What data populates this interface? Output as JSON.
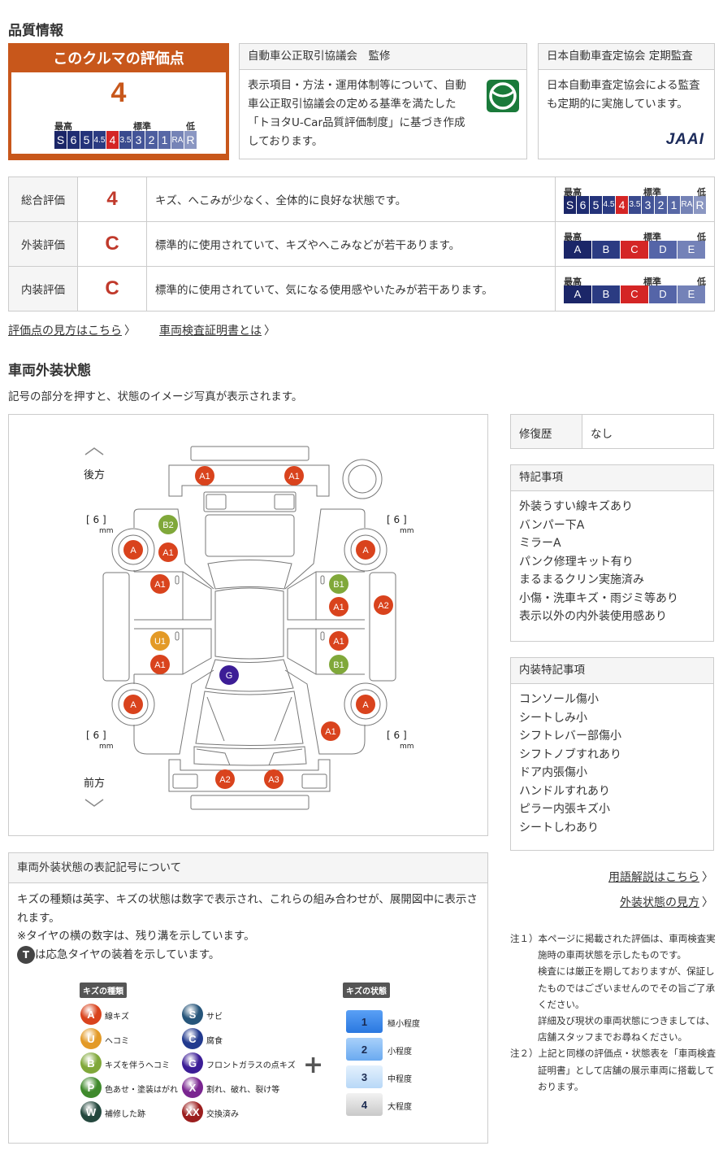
{
  "quality": {
    "title": "品質情報",
    "score_box": {
      "header": "このクルマの評価点",
      "score": "4",
      "label_high": "最高",
      "label_std": "標準",
      "label_low": "低"
    },
    "scale_overall": [
      "S",
      "6",
      "5",
      "4.5",
      "4",
      "3.5",
      "3",
      "2",
      "1",
      "RA",
      "R"
    ],
    "scale_grade": [
      "A",
      "B",
      "C",
      "D",
      "E"
    ],
    "jaaa": {
      "header": "自動車公正取引協議会　監修",
      "text": "表示項目・方法・運用体制等について、自動車公正取引協議会の定める基準を満たした「トヨタU-Car品質評価制度」に基づき作成しております。",
      "icon": "handshake-badge-icon"
    },
    "jaai": {
      "header": "日本自動車査定協会 定期監査",
      "text": "日本自動車査定協会による監査も定期的に実施しています。",
      "logo": "JAAI"
    },
    "rows": [
      {
        "label": "総合評価",
        "score": "4",
        "desc": "キズ、へこみが少なく、全体的に良好な状態です。",
        "selected": "4"
      },
      {
        "label": "外装評価",
        "score": "C",
        "desc": "標準的に使用されていて、キズやへこみなどが若干あります。",
        "selected": "C"
      },
      {
        "label": "内装評価",
        "score": "C",
        "desc": "標準的に使用されていて、気になる使用感やいたみが若干あります。",
        "selected": "C"
      }
    ],
    "links": [
      "評価点の見方はこちら",
      "車両検査証明書とは"
    ]
  },
  "exterior": {
    "title": "車両外装状態",
    "subtitle": "記号の部分を押すと、状態のイメージ写真が表示されます。",
    "rear": "後方",
    "front": "前方",
    "tire_depth": "6",
    "tire_unit": "mm",
    "markers": [
      "A1",
      "A1",
      "B2",
      "A",
      "A1",
      "A1",
      "U1",
      "A1",
      "G",
      "A",
      "B1",
      "A1",
      "A2",
      "A1",
      "B1",
      "A",
      "A",
      "A1",
      "A2",
      "A3"
    ],
    "repair": {
      "label": "修復歴",
      "value": "なし"
    },
    "notes_title": "特記事項",
    "notes": [
      "外装うすい線キズあり",
      "バンパー下A",
      "ミラーA",
      "パンク修理キット有り",
      "まるまるクリン実施済み",
      "小傷・洗車キズ・雨ジミ等あり",
      "表示以外の内外装使用感あり"
    ],
    "interior_title": "内装特記事項",
    "interior": [
      "コンソール傷小",
      "シートしみ小",
      "シフトレバー部傷小",
      "シフトノブすれあり",
      "ドア内張傷小",
      "ハンドルすれあり",
      "ピラー内張キズ小",
      "シートしわあり"
    ],
    "links": [
      "用語解説はこちら",
      "外装状態の見方"
    ]
  },
  "legend": {
    "header": "車両外装状態の表記記号について",
    "lines": [
      "キズの種類は英字、キズの状態は数字で表示され、これらの組み合わせが、展開図中に表示されます。",
      "※タイヤの横の数字は、残り溝を示しています。"
    ],
    "spare_symbol": "T",
    "spare_text": "は応急タイヤの装着を示しています。",
    "type_tag": "キズの種類",
    "state_tag": "キズの状態",
    "types": [
      {
        "s": "A",
        "t": "線キズ",
        "c": "#d9431d"
      },
      {
        "s": "U",
        "t": "ヘコミ",
        "c": "#e39a27"
      },
      {
        "s": "B",
        "t": "キズを伴うヘコミ",
        "c": "#80a83a"
      },
      {
        "s": "P",
        "t": "色あせ・塗装はがれ",
        "c": "#3f8a2c"
      },
      {
        "s": "W",
        "t": "補修した跡",
        "c": "#24483e"
      },
      {
        "s": "S",
        "t": "サビ",
        "c": "#26557a"
      },
      {
        "s": "C",
        "t": "腐食",
        "c": "#223a8e"
      },
      {
        "s": "G",
        "t": "フロントガラスの点キズ",
        "c": "#3c1d96"
      },
      {
        "s": "X",
        "t": "割れ、破れ、裂け等",
        "c": "#7a2590"
      },
      {
        "s": "XX",
        "t": "交換済み",
        "c": "#9b1e1e"
      }
    ],
    "states": [
      {
        "n": "1",
        "t": "極小程度"
      },
      {
        "n": "2",
        "t": "小程度"
      },
      {
        "n": "3",
        "t": "中程度"
      },
      {
        "n": "4",
        "t": "大程度"
      }
    ]
  },
  "footnotes": {
    "n1_head": "注１）",
    "n1": [
      "本ページに掲載された評価は、車両検査実施時の車両状態を示したものです。",
      "検査には厳正を期しておりますが、保証したものではございませんのでその旨ご了承ください。",
      "詳細及び現状の車両状態につきましては、店舗スタッフまでお尋ねください。"
    ],
    "n2_head": "注２）",
    "n2": "上記と同様の評価点・状態表を「車両検査証明書」として店舗の展示車両に搭載しております。"
  },
  "colors": {
    "accent": "#c8571b",
    "scale_red": "#d42525",
    "scale_dark": "#1b2668"
  }
}
